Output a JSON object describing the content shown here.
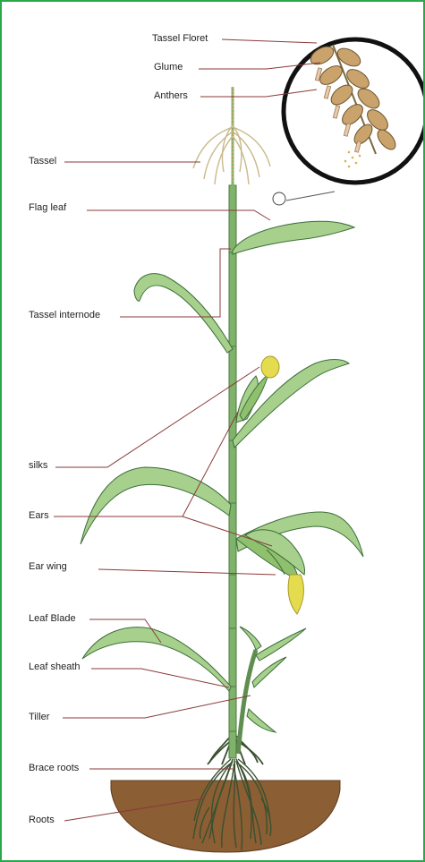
{
  "diagram": {
    "labels": {
      "tassel_floret": "Tassel Floret",
      "glume": "Glume",
      "anthers": "Anthers",
      "tassel": "Tassel",
      "flag_leaf": "Flag leaf",
      "tassel_internode": "Tassel internode",
      "silks": "silks",
      "ears": "Ears",
      "ear_wing": "Ear wing",
      "leaf_blade": "Leaf Blade",
      "leaf_sheath": "Leaf sheath",
      "tiller": "Tiller",
      "brace_roots": "Brace roots",
      "roots": "Roots"
    },
    "colors": {
      "frame_border": "#2aa84a",
      "leaf_fill": "#a7d08c",
      "leaf_stroke": "#3d6e3a",
      "stem": "#7fb26a",
      "soil": "#8b5e34",
      "root": "#3a5030",
      "leader_line": "#8a3a3a",
      "silk": "#e4dc4e",
      "glume": "#c9a36b",
      "tassel": "#c8b98a"
    }
  }
}
